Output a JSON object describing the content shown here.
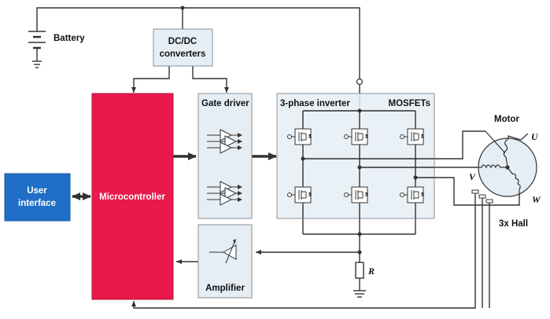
{
  "labels": {
    "battery": "Battery",
    "dcdc_line1": "DC/DC",
    "dcdc_line2": "converters",
    "gate_driver": "Gate driver",
    "inverter": "3-phase inverter",
    "mosfets": "MOSFETs",
    "microcontroller": "Microcontroller",
    "user_line1": "User",
    "user_line2": "interface",
    "amplifier": "Amplifier",
    "resistor": "R",
    "motor": "Motor",
    "phase_u": "U",
    "phase_v": "V",
    "phase_w": "W",
    "hall": "3x Hall"
  },
  "colors": {
    "microcontroller": "#e8194b",
    "user_interface": "#1f6fc6",
    "light_box": "#e6eef5",
    "wire": "#333333"
  }
}
